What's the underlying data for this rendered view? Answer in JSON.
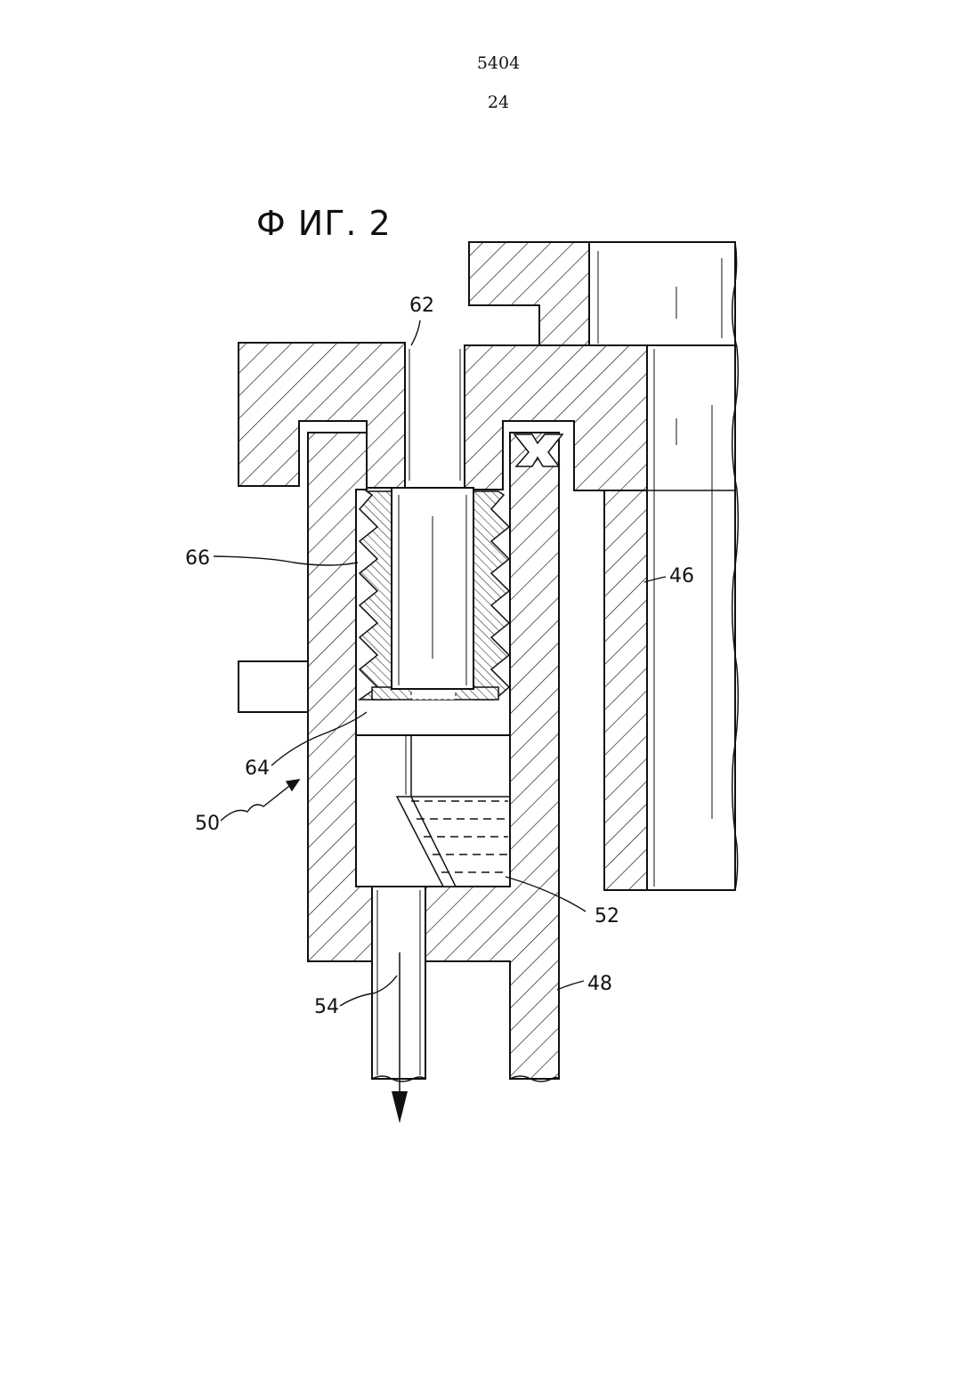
{
  "header": {
    "document_number": "5404",
    "page_number": "24"
  },
  "figure": {
    "title": "Ф ИГ. 2",
    "reference_labels": {
      "l62": "62",
      "l66": "66",
      "l46": "46",
      "l64": "64",
      "l50": "50",
      "l52": "52",
      "l54": "54",
      "l48": "48"
    }
  }
}
